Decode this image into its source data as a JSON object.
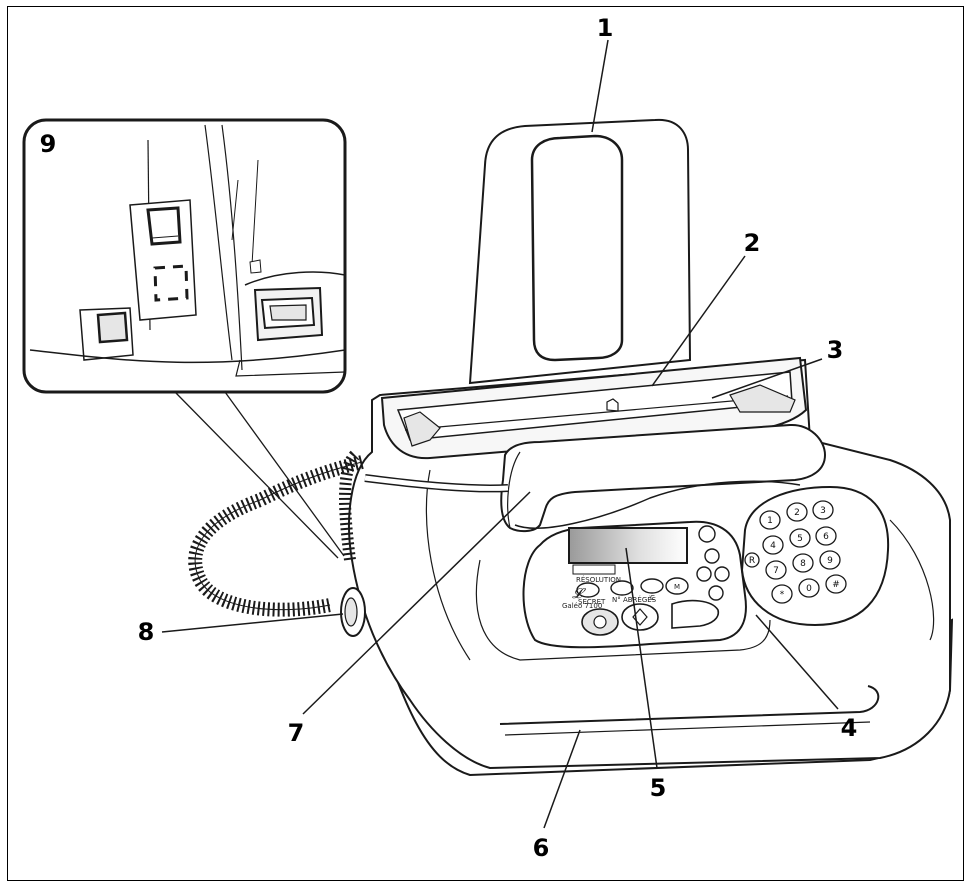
{
  "callouts": [
    {
      "number": "1"
    },
    {
      "number": "2"
    },
    {
      "number": "3"
    },
    {
      "number": "4"
    },
    {
      "number": "5"
    },
    {
      "number": "6"
    },
    {
      "number": "7"
    },
    {
      "number": "8"
    },
    {
      "number": "9"
    }
  ],
  "device": {
    "brand_text": "Galéo 7100",
    "keypad": [
      "1",
      "2",
      "3",
      "4",
      "5",
      "6",
      "7",
      "8",
      "9",
      "*",
      "0",
      "#",
      "R"
    ],
    "panel_labels": [
      "RÉSOLUTION",
      "SECRET",
      "N° ABRÉGÉS",
      "M",
      "C"
    ]
  },
  "colors": {
    "outline": "#1a1a1a",
    "fill": "#ffffff",
    "shade": "#e6e6e6",
    "inset_fill": "#f2f2f2"
  }
}
